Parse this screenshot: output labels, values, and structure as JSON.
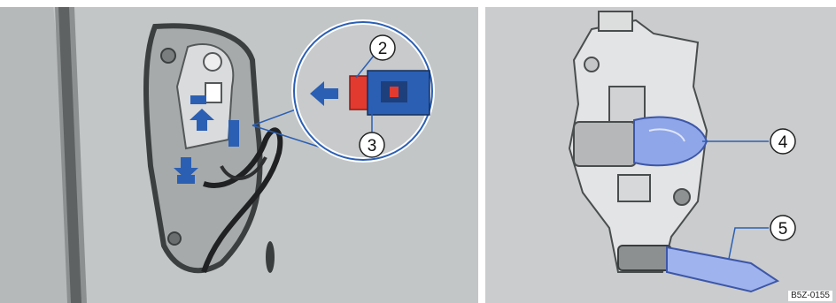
{
  "figure": {
    "left_panel": {
      "callouts": [
        "2",
        "3"
      ]
    },
    "right_panel": {
      "callouts": [
        "4",
        "5"
      ],
      "reference_code": "B5Z-0155"
    }
  },
  "colors": {
    "highlight_blue": "#2b5fb4",
    "bulb_blue": "#8fa6e8",
    "connector_red": "#e23a2f",
    "panel_gray": "#bfc2c3"
  },
  "icons": [
    "arrow-up-icon",
    "arrow-down-icon",
    "arrow-left-icon"
  ]
}
